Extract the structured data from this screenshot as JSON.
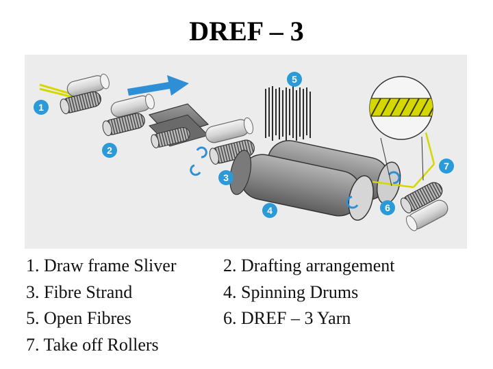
{
  "title": "DREF – 3",
  "colors": {
    "background": "#ffffff",
    "figure_background": "#ececec",
    "callout_circle": "#2a9ad8",
    "flow_arrow": "#2e8fd6",
    "yarn": "#d4d800",
    "roller_light": "#e2e2e2",
    "drum_dark": "#8d8d8d"
  },
  "diagram": {
    "callouts": [
      "1",
      "2",
      "3",
      "4",
      "5",
      "6",
      "7"
    ]
  },
  "legend": [
    [
      "1. Draw frame Sliver",
      "2. Drafting arrangement"
    ],
    [
      "3. Fibre Strand",
      "4. Spinning Drums"
    ],
    [
      "5. Open Fibres",
      "6. DREF – 3 Yarn"
    ],
    [
      "7. Take off Rollers",
      ""
    ]
  ]
}
